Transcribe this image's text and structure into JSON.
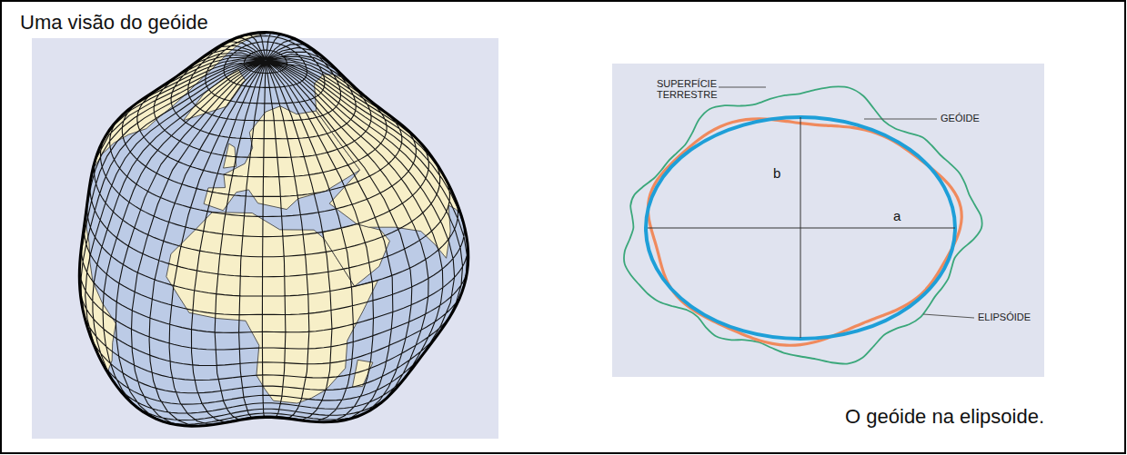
{
  "diagram": {
    "title": "Uma visão do geóide",
    "caption": "O geóide na elipsoide.",
    "labels": [
      "SUPERFÍCIE TERRESTRE",
      "GEÓIDE",
      "ELIPSÓIDE",
      "b",
      "a"
    ]
  }
}
